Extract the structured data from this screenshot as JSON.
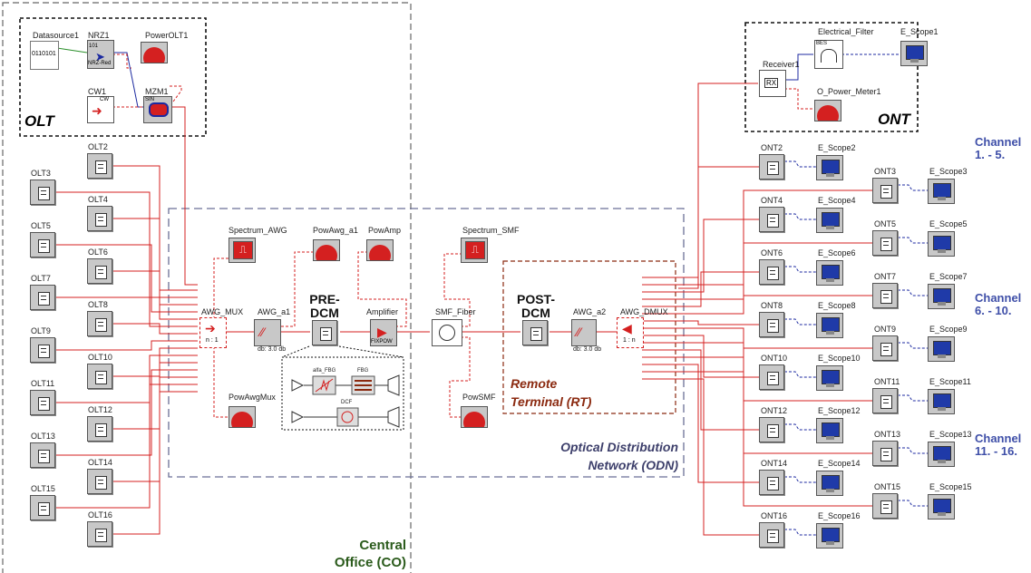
{
  "colors": {
    "wire": "#d42020",
    "electrical": "#1c2aa0",
    "green": "#2a8f2a",
    "odn_border": "#6b6f96",
    "rt_border": "#8b2a10",
    "co_border": "#666666"
  },
  "regions": {
    "olt_label": "OLT",
    "ont_label": "ONT",
    "rt_label_line1": "Remote",
    "rt_label_line2": "Terminal (RT)",
    "odn_label_line1": "Optical Distribution",
    "odn_label_line2": "Network (ODN)",
    "co_label_line1": "Central",
    "co_label_line2": "Office (CO)"
  },
  "olt_tx": {
    "datasource": "Datasource1",
    "datasource_bits": "0110101",
    "nrz": "NRZ1",
    "nrz_sub": "NRZ-Red",
    "nrz_bits": "101",
    "power": "PowerOLT1",
    "cw": "CW1",
    "cw_tag": "CW",
    "mzm": "MZM1",
    "mzm_tag": "SIN"
  },
  "olts": [
    "OLT2",
    "OLT3",
    "OLT4",
    "OLT5",
    "OLT6",
    "OLT7",
    "OLT8",
    "OLT9",
    "OLT10",
    "OLT11",
    "OLT12",
    "OLT13",
    "OLT14",
    "OLT15",
    "OLT16"
  ],
  "odn": {
    "spectrum_awg": "Spectrum_AWG",
    "pow_awg_a1": "PowAwg_a1",
    "pow_amp": "PowAmp",
    "spectrum_smf": "Spectrum_SMF",
    "awg_mux": "AWG_MUX",
    "awg_mux_ratio": "n : 1",
    "awg_a1": "AWG_a1",
    "awg_a1_db": "db: 3.0 db",
    "pre_dcm": "PRE-\nDCM",
    "amplifier": "Amplifier",
    "amp_tag": "FIXPOW",
    "smf": "SMF_Fiber",
    "post_dcm": "POST-\nDCM",
    "awg_a2": "AWG_a2",
    "awg_a2_db": "db: 3.0 db",
    "awg_dmux": "AWG_DMUX",
    "awg_dmux_ratio": "1 : n",
    "pow_awg_mux": "PowAwgMux",
    "pow_smf": "PowSMF",
    "dcm_alfa": "alfa_FBG",
    "dcm_fbg": "FBG",
    "dcm_dcf": "DCF"
  },
  "ont_rx": {
    "receiver": "Receiver1",
    "rx_tag": "RX",
    "filter": "Electrical_Filter",
    "filter_tag": "BES",
    "scope": "E_Scope1",
    "meter": "O_Power_Meter1"
  },
  "onts": [
    "ONT2",
    "ONT3",
    "ONT4",
    "ONT5",
    "ONT6",
    "ONT7",
    "ONT8",
    "ONT9",
    "ONT10",
    "ONT11",
    "ONT12",
    "ONT13",
    "ONT14",
    "ONT15",
    "ONT16"
  ],
  "scopes": [
    "E_Scope2",
    "E_Scope3",
    "E_Scope4",
    "E_Scope5",
    "E_Scope6",
    "E_Scope7",
    "E_Scope8",
    "E_Scope9",
    "E_Scope10",
    "E_Scope11",
    "E_Scope12",
    "E_Scope13",
    "E_Scope14",
    "E_Scope15",
    "E_Scope16"
  ],
  "channels": [
    {
      "line1": "Channel",
      "line2": "1. - 5."
    },
    {
      "line1": "Channel",
      "line2": "6. - 10."
    },
    {
      "line1": "Channel",
      "line2": "11. - 16."
    }
  ]
}
